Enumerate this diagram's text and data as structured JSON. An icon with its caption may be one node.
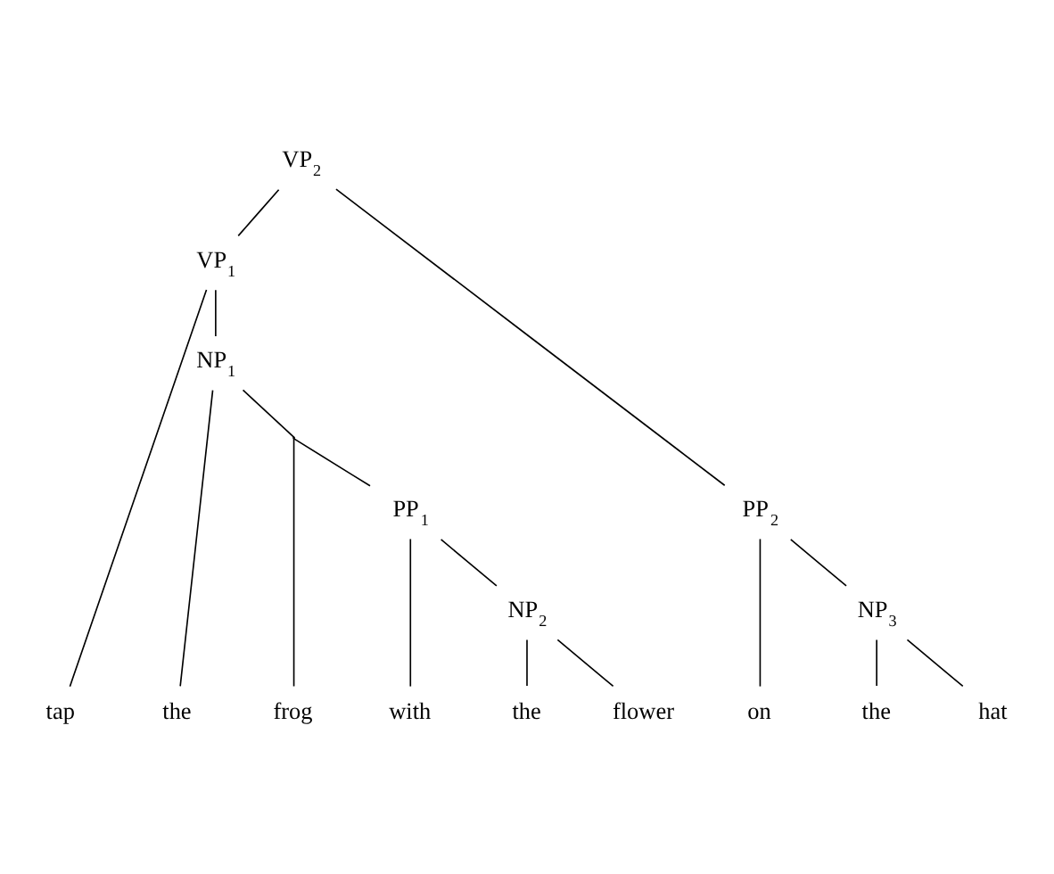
{
  "diagram": {
    "nodes": [
      {
        "text": [
          "VP$_{2}$"
        ]
      },
      {
        "text": [
          "VP$_{1}$"
        ]
      },
      {
        "text": [
          "PP$_{2}$"
        ]
      },
      {
        "text": [
          "NP$_{1}$"
        ]
      },
      {
        "text": [
          "NP$_{3}$"
        ]
      },
      {
        "text": [],
        "shape": "point"
      },
      {
        "text": [
          "PP$_{1}$"
        ]
      },
      {
        "text": [
          "NP$_{2}$"
        ]
      },
      {
        "text": [
          "tap"
        ]
      },
      {
        "text": [
          "the"
        ]
      },
      {
        "text": [
          "frog"
        ]
      },
      {
        "text": [
          "with"
        ]
      },
      {
        "text": [
          "the"
        ]
      },
      {
        "text": [
          "flower"
        ]
      },
      {
        "text": [
          "on"
        ]
      },
      {
        "text": [
          "the"
        ]
      },
      {
        "text": [
          "hat"
        ]
      }
    ],
    "edges": [
      {
        "from": 0,
        "to": 1,
        "arrow": "none"
      },
      {
        "from": 0,
        "to": 2,
        "arrow": "none"
      },
      {
        "from": 1,
        "to": 8,
        "arrow": "none"
      },
      {
        "from": 1,
        "to": 3,
        "arrow": "none"
      },
      {
        "from": 3,
        "to": 9,
        "arrow": "none"
      },
      {
        "from": 3,
        "to": 5,
        "arrow": "none"
      },
      {
        "from": 5,
        "to": 10,
        "arrow": "none"
      },
      {
        "from": 5,
        "to": 6,
        "arrow": "none"
      },
      {
        "from": 6,
        "to": 11,
        "arrow": "none"
      },
      {
        "from": 6,
        "to": 7,
        "arrow": "none"
      },
      {
        "from": 7,
        "to": 12,
        "arrow": "none"
      },
      {
        "from": 7,
        "to": 13,
        "arrow": "none"
      },
      {
        "from": 2,
        "to": 14,
        "arrow": "none"
      },
      {
        "from": 2,
        "to": 4,
        "arrow": "none"
      },
      {
        "from": 4,
        "to": 15,
        "arrow": "none"
      },
      {
        "from": 4,
        "to": 16,
        "arrow": "none"
      }
    ]
  }
}
